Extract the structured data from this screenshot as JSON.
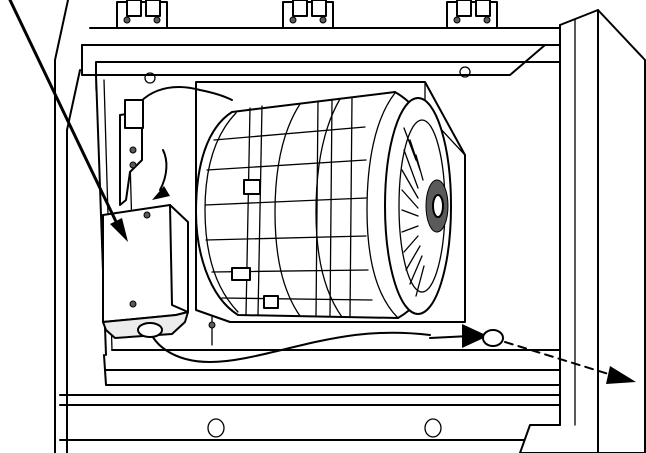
{
  "figure": {
    "components": [
      {
        "name": "control-box",
        "icon": "control-box-icon"
      },
      {
        "name": "blower-motor",
        "icon": "fan-motor-icon"
      },
      {
        "name": "power-cord",
        "icon": "cable-icon"
      },
      {
        "name": "cord-exit-hole",
        "icon": "grommet-icon"
      }
    ],
    "callouts": [
      {
        "target": "control-box",
        "style": "leader-arrow"
      },
      {
        "target": "cord-routing",
        "style": "solid-arrow"
      },
      {
        "target": "cord-exit",
        "style": "dashed-arrow"
      }
    ],
    "colors": {
      "line": "#000000",
      "fill": "#ffffff",
      "shade": "#ececec"
    }
  }
}
